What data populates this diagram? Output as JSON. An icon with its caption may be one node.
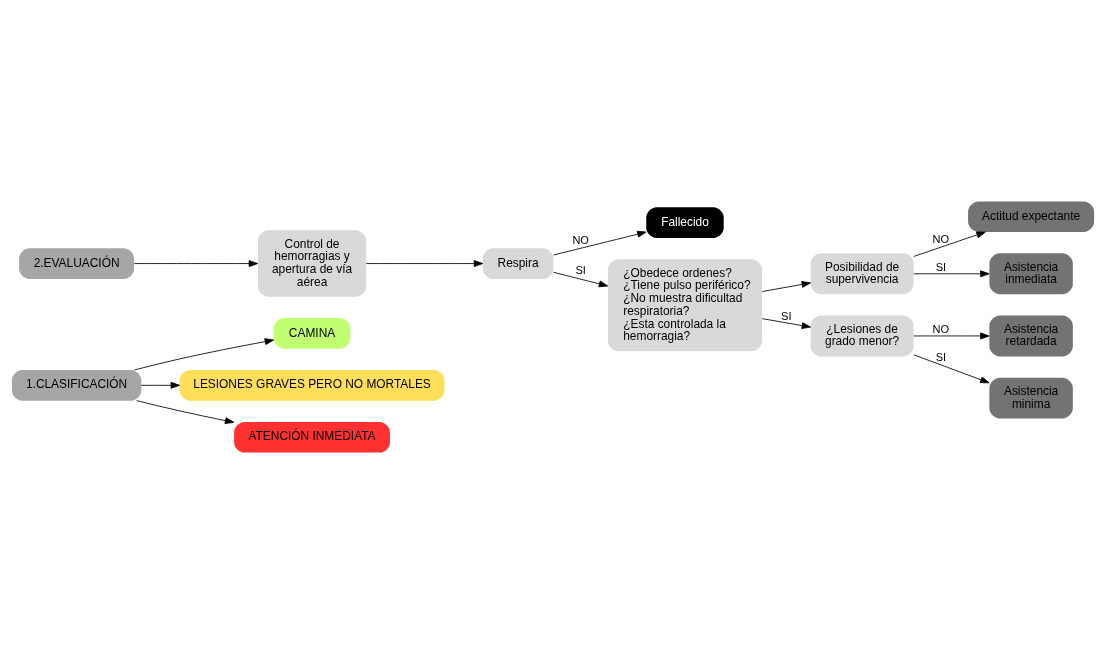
{
  "diagram": {
    "nodes": [
      {
        "text": [
          "1.CLASIFICACIÓN"
        ]
      },
      {
        "text": [
          "CAMINA"
        ]
      },
      {
        "text": [
          "LESIONES GRAVES PERO NO MORTALES"
        ]
      },
      {
        "text": [
          "ATENCIÓN INMEDIATA"
        ]
      },
      {
        "text": [
          "2.EVALUACIÓN"
        ]
      },
      {
        "text": [
          "Control de hemorragias y apertura de vía aérea"
        ]
      },
      {
        "text": [
          "Respira"
        ]
      },
      {
        "text": [
          "Fallecido"
        ]
      },
      {
        "text": [
          "¿Obedece ordenes?",
          "¿Tiene pulso periférico?",
          "¿No muestra dificultad respiratoria?",
          "¿Esta controlada la hemorragia?"
        ]
      },
      {
        "text": [
          "Posibilidad de supervivencia"
        ]
      },
      {
        "text": [
          "Actitud expectante"
        ]
      },
      {
        "text": [
          "Asistencia inmediata"
        ]
      },
      {
        "text": [
          "¿Lesiones de grado menor?"
        ]
      },
      {
        "text": [
          "Asistencia retardada"
        ]
      },
      {
        "text": [
          "Asistencia minima"
        ]
      }
    ],
    "edges": [
      {
        "from": 0,
        "to": 1,
        "arrow": "to"
      },
      {
        "from": 0,
        "to": 2,
        "arrow": "to"
      },
      {
        "from": 0,
        "to": 3,
        "arrow": "to"
      },
      {
        "from": 4,
        "to": 5,
        "arrow": "to"
      },
      {
        "from": 5,
        "to": 6,
        "arrow": "to"
      },
      {
        "from": 6,
        "to": 7,
        "arrow": "to",
        "label": "NO"
      },
      {
        "from": 6,
        "to": 8,
        "arrow": "to",
        "label": "SI"
      },
      {
        "from": 8,
        "to": 9,
        "arrow": "to"
      },
      {
        "from": 9,
        "to": 10,
        "arrow": "to",
        "label": "NO"
      },
      {
        "from": 9,
        "to": 11,
        "arrow": "to",
        "label": "SI"
      },
      {
        "from": 8,
        "to": 12,
        "arrow": "to",
        "label": "SI"
      },
      {
        "from": 12,
        "to": 13,
        "arrow": "to",
        "label": "NO"
      },
      {
        "from": 12,
        "to": 14,
        "arrow": "to",
        "label": "SI"
      }
    ]
  }
}
